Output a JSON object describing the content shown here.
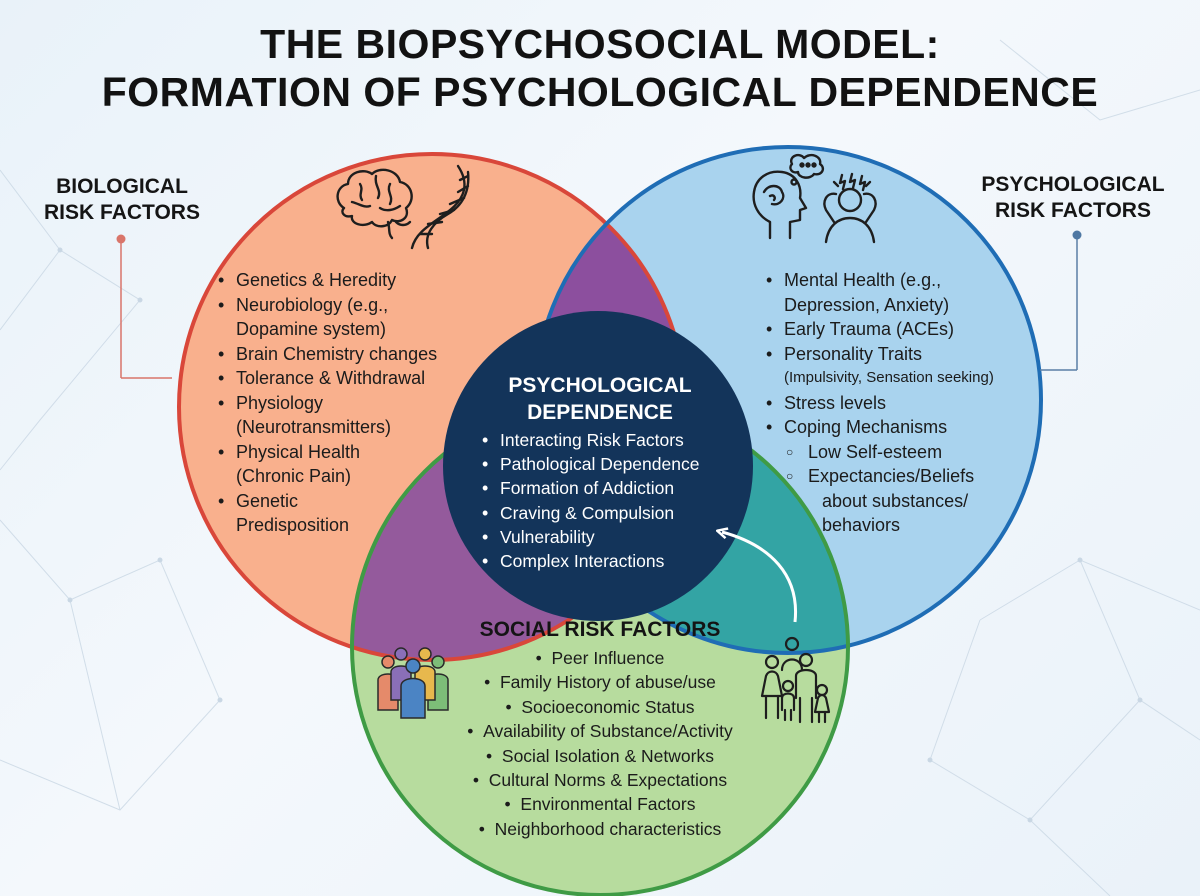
{
  "title": {
    "line1": "THE BIOPSYCHOSOCIAL MODEL:",
    "line2": "FORMATION OF PSYCHOLOGICAL DEPENDENCE"
  },
  "colors": {
    "biological_fill": "#f9b08d",
    "biological_stroke": "#d9473a",
    "psychological_fill": "#a9d3ee",
    "psychological_stroke": "#1f6db5",
    "social_fill": "#b7dc9e",
    "social_stroke": "#3f9b45",
    "bio_psych_overlap": "#8c4f9e",
    "bio_social_overlap": "#945a9c",
    "psych_social_overlap": "#33a4a4",
    "center_fill": "#13345a"
  },
  "biological": {
    "label_line1": "BIOLOGICAL",
    "label_line2": "RISK FACTORS",
    "icons": [
      "brain-icon",
      "dna-icon"
    ],
    "items": [
      "Genetics & Heredity",
      "Neurobiology (e.g.,",
      "Dopamine system)",
      "Brain Chemistry changes",
      "Tolerance & Withdrawal",
      "Physiology",
      "(Neurotransmitters)",
      "Physical Health",
      "(Chronic Pain)",
      "Genetic",
      "Predisposition"
    ]
  },
  "psychological": {
    "label_line1": "PSYCHOLOGICAL",
    "label_line2": "RISK FACTORS",
    "icons": [
      "thinking-head-icon",
      "stressed-person-icon"
    ],
    "items": [
      "Mental Health (e.g.,",
      "Depression, Anxiety)",
      "Early Trauma (ACEs)",
      "Personality Traits",
      "(Impulsivity, Sensation seeking)",
      "Stress levels",
      "Coping Mechanisms",
      "Low Self-esteem",
      "Expectancies/Beliefs",
      "about substances/",
      "behaviors"
    ]
  },
  "center": {
    "title_line1": "PSYCHOLOGICAL",
    "title_line2": "DEPENDENCE",
    "items": [
      "Interacting Risk Factors",
      "Pathological Dependence",
      "Formation of Addiction",
      "Craving & Compulsion",
      "Vulnerability",
      "Complex Interactions"
    ]
  },
  "social": {
    "title": "SOCIAL RISK FACTORS",
    "icons": [
      "group-people-icon",
      "family-icon"
    ],
    "items": [
      "Peer Influence",
      "Family History of abuse/use",
      "Socioeconomic Status",
      "Availability of Substance/Activity",
      "Social Isolation & Networks",
      "Cultural Norms & Expectations",
      "Environmental Factors",
      "Neighborhood characteristics"
    ]
  }
}
